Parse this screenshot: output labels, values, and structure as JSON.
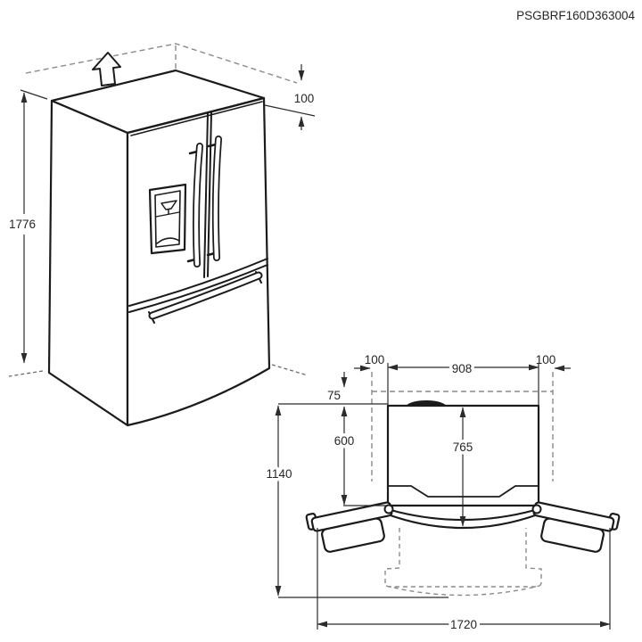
{
  "title": "PSGBRF160D363004",
  "colors": {
    "background": "#ffffff",
    "line": "#1b1b1b",
    "dimension_line": "#2b2b2b",
    "dashed_clearance": "#8a8a8a"
  },
  "front_view": {
    "description": "refrigerator front perspective view",
    "height": "1776",
    "top_clearance": "100"
  },
  "top_view": {
    "description": "refrigerator top plan view with doors open",
    "left_clearance": "100",
    "width": "908",
    "right_clearance": "100",
    "rear_clearance": "75",
    "cabinet_depth": "600",
    "total_depth": "765",
    "open_depth": "1140",
    "open_width": "1720"
  }
}
